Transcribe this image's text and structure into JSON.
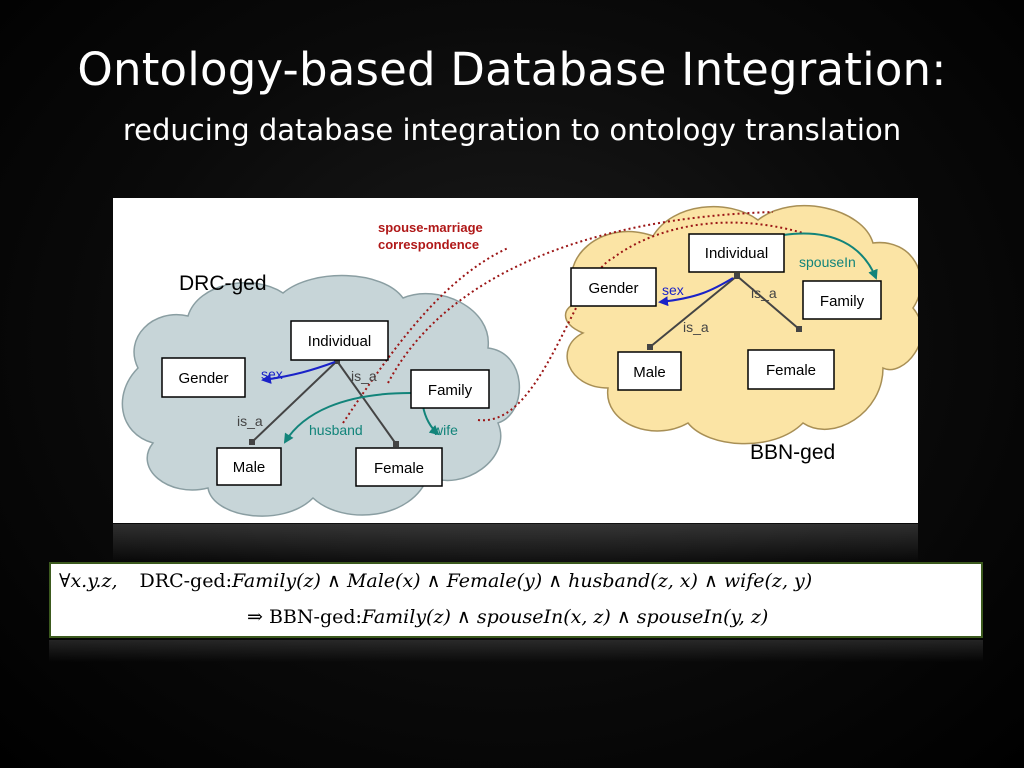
{
  "slide": {
    "title": "Ontology-based Database Integration:",
    "subtitle": "reducing database integration to ontology translation"
  },
  "diagram": {
    "correspondence_label": [
      "spouse-marriage",
      "correspondence"
    ],
    "drc": {
      "name": "DRC-ged",
      "nodes": {
        "individual": "Individual",
        "gender": "Gender",
        "family": "Family",
        "male": "Male",
        "female": "Female"
      },
      "edges": {
        "sex": "sex",
        "is_a_left": "is_a",
        "is_a_right": "is_a",
        "husband": "husband",
        "wife": "wife"
      }
    },
    "bbn": {
      "name": "BBN-ged",
      "nodes": {
        "individual": "Individual",
        "gender": "Gender",
        "family": "Family",
        "male": "Male",
        "female": "Female"
      },
      "edges": {
        "sex": "sex",
        "is_a_left": "is_a",
        "is_a_right": "is_a",
        "spouse_in": "spouseIn"
      }
    },
    "colors": {
      "drc_cloud": "#c7d5d8",
      "bbn_cloud": "#fbe4a5",
      "sex_edge": "#1a22c8",
      "role_edge": "#12847a",
      "correspondence": "#9b1515"
    }
  },
  "formula": {
    "quantifier": "∀x.y.z,",
    "drc_prefix": "DRC-ged:",
    "drc_expr": "Family(z) ∧ Male(x) ∧ Female(y) ∧ husband(z, x) ∧ wife(z, y)",
    "implies": "⇒",
    "bbn_prefix": "BBN-ged:",
    "bbn_expr": "Family(z) ∧ spouseIn(x, z) ∧ spouseIn(y, z)"
  }
}
